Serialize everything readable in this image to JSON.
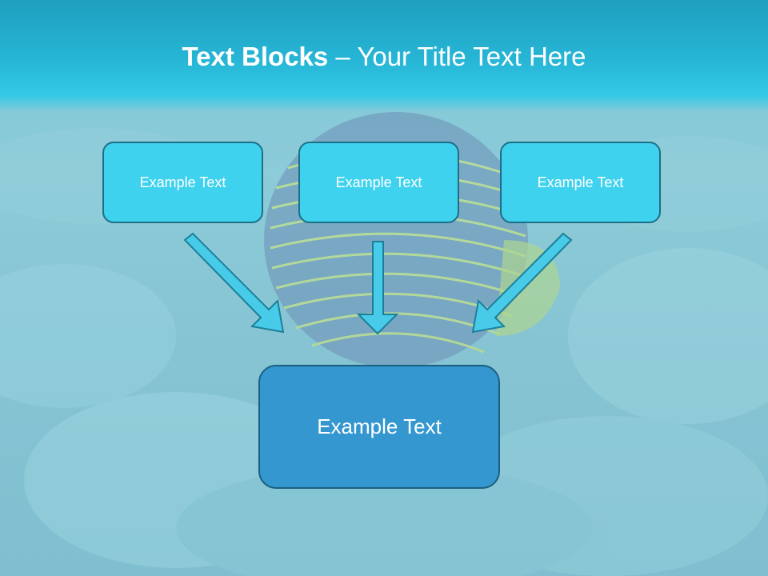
{
  "title": {
    "bold_part": "Text Blocks",
    "separator": " – ",
    "rest": "Your Title Text Here"
  },
  "blocks": {
    "top": [
      "Example Text",
      "Example Text",
      "Example Text"
    ],
    "bottom": "Example Text"
  },
  "colors": {
    "header": "#27b6d6",
    "top_box_fill": "#3fd2ee",
    "bottom_box_fill": "#3497cf",
    "arrow_fill": "#47cbe9",
    "box_border": "#1c6f86"
  }
}
